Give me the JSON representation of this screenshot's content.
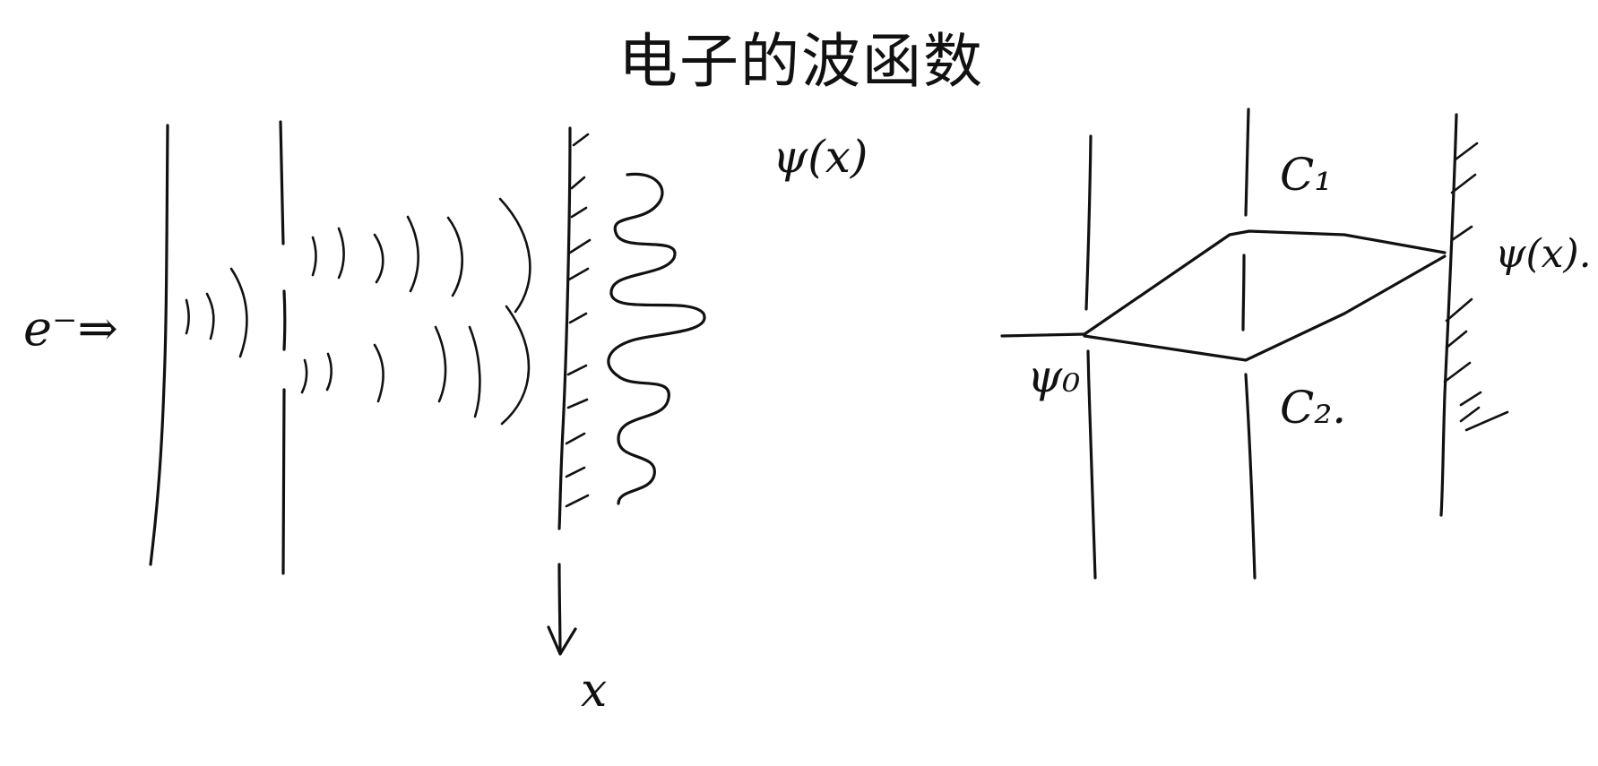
{
  "title": "电子的波函数",
  "left_diagram": {
    "electron_label": "e⁻⇒",
    "wavefunction_label": "ψ(x)",
    "axis_label": "x"
  },
  "right_diagram": {
    "path_upper_label": "C₁",
    "path_lower_label": "C₂.",
    "source_label": "ψ₀",
    "screen_label": "ψ(x)."
  }
}
